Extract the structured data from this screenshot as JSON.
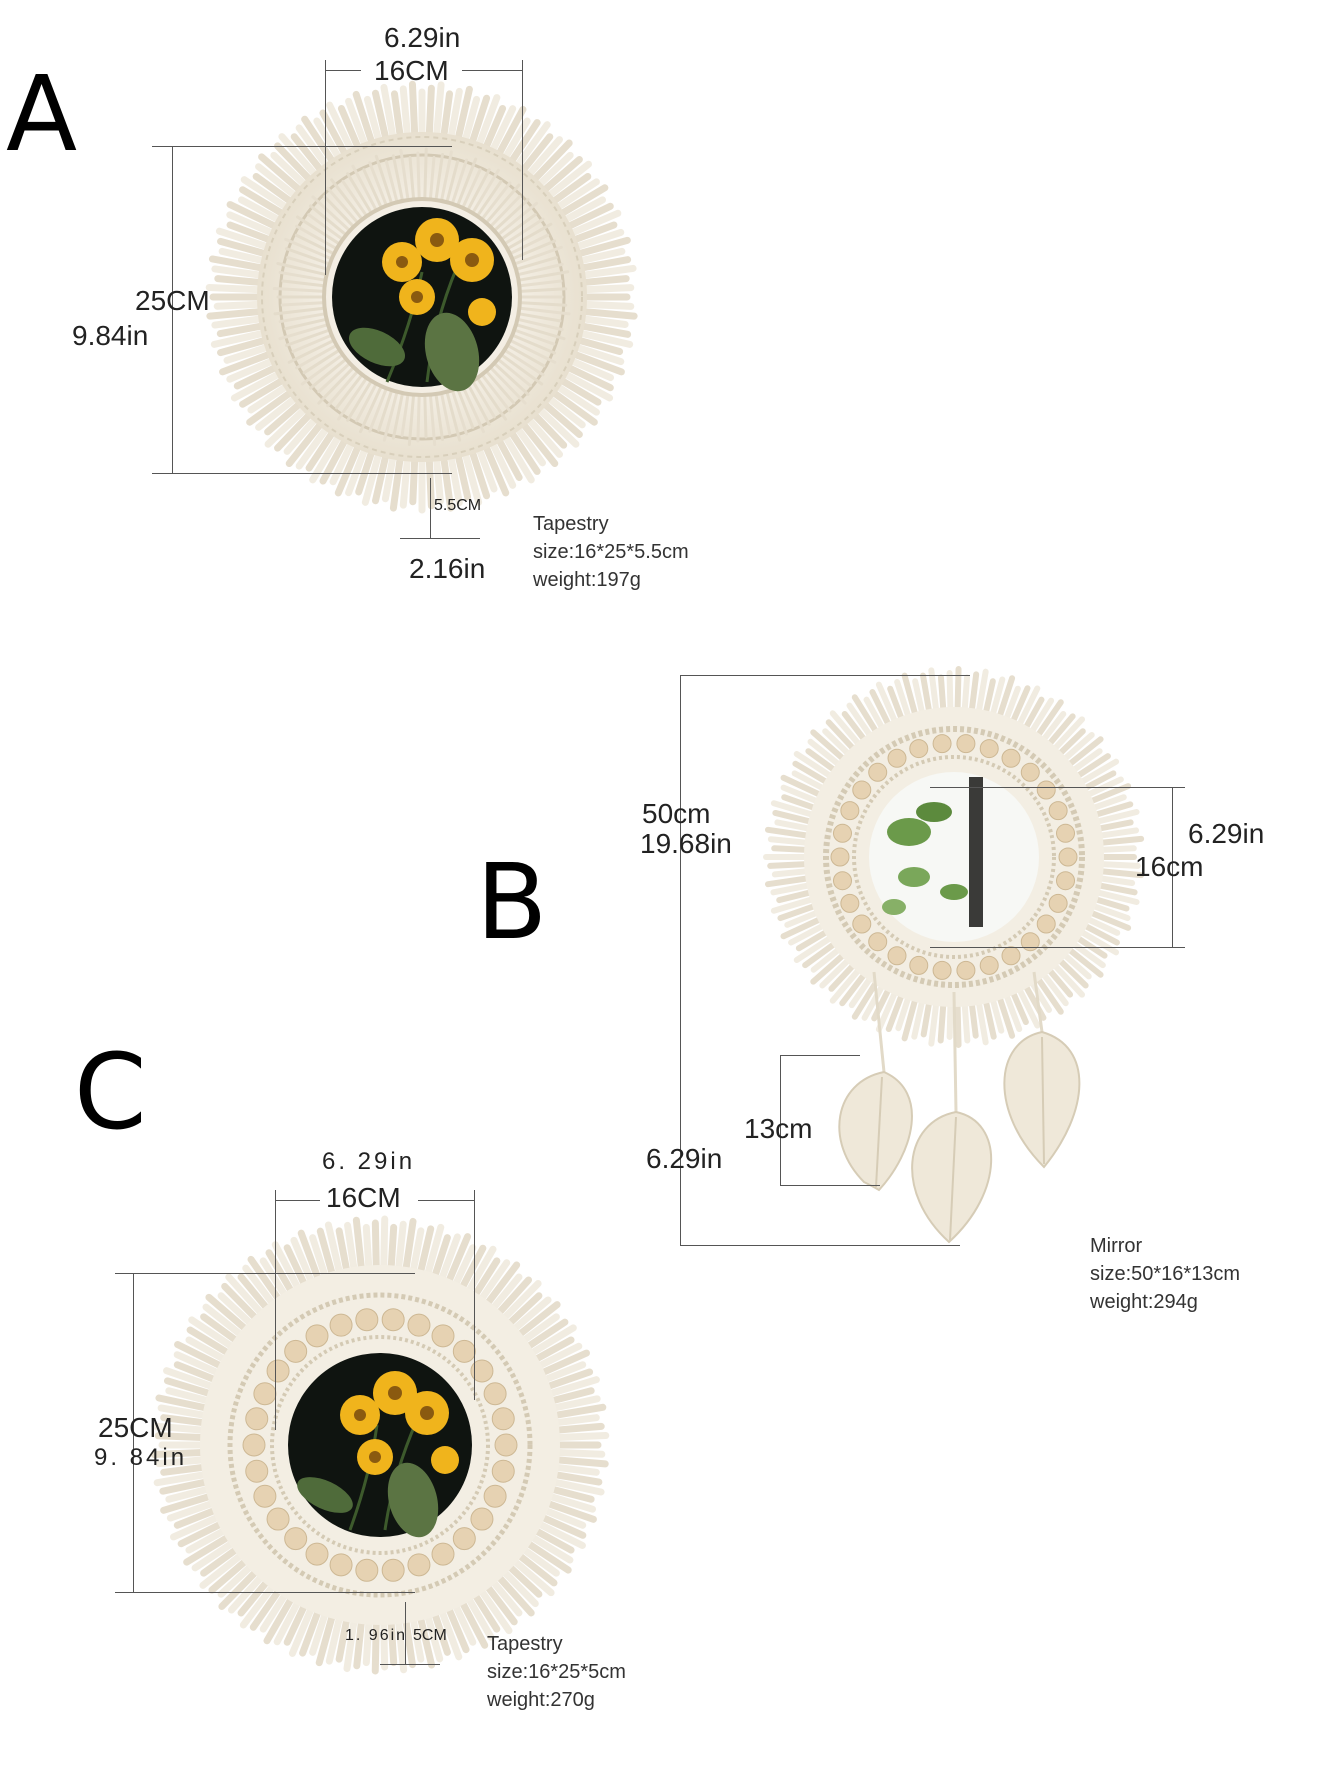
{
  "products": {
    "a": {
      "letter": "A",
      "dims": {
        "width_in": "6.29in",
        "width_cm": "16CM",
        "height_cm": "25CM",
        "height_in": "9.84in",
        "depth_cm": "5.5CM",
        "depth_in": "2.16in"
      },
      "spec": {
        "name": "Tapestry",
        "size": "size:16*25*5.5cm",
        "weight": "weight:197g"
      }
    },
    "b": {
      "letter": "B",
      "dims": {
        "total_cm": "50cm",
        "total_in": "19.68in",
        "mirror_in": "6.29in",
        "mirror_cm": "16cm",
        "leaf_cm": "13cm",
        "leaf_in": "6.29in"
      },
      "spec": {
        "name": "Mirror",
        "size": "size:50*16*13cm",
        "weight": "weight:294g"
      }
    },
    "c": {
      "letter": "C",
      "dims": {
        "width_in": "6. 29in",
        "width_cm": "16CM",
        "height_cm": "25CM",
        "height_in": "9. 84in",
        "depth_in": "1. 96in",
        "depth_cm": "5CM"
      },
      "spec": {
        "name": "Tapestry",
        "size": "size:16*25*5cm",
        "weight": "weight:270g"
      }
    }
  },
  "colors": {
    "macrame": "#f1ece1",
    "macrame_shadow": "#ddd5c3",
    "bead": "#e6d2b2",
    "mirror_dark": "#101510",
    "sunflower": "#f0b41c",
    "leaf_green": "#4f6b3a",
    "dimension_line": "#555555"
  }
}
